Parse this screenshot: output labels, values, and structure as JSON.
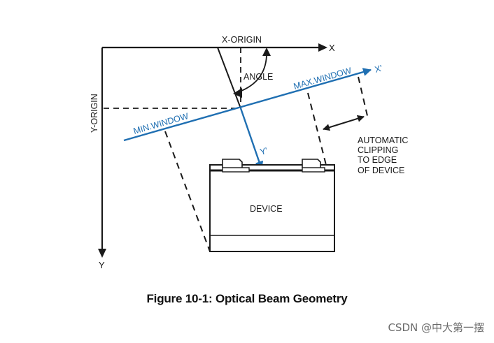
{
  "diagram": {
    "labels": {
      "x_origin": "X-ORIGIN",
      "x_axis": "X",
      "y_origin": "Y-ORIGIN",
      "y_axis": "Y",
      "angle": "ANGLE",
      "max_window": "MAX.WINDOW",
      "x_prime": "X'",
      "min_window": "MIN.WINDOW",
      "y_prime": "Y'",
      "device": "DEVICE",
      "clipping_note": [
        "AUTOMATIC",
        "CLIPPING",
        "TO EDGE",
        "OF DEVICE"
      ]
    },
    "colors": {
      "line": "#1a1a1a",
      "beam": "#1f6fb2"
    }
  },
  "caption": "Figure 10-1:  Optical Beam Geometry",
  "watermark": "CSDN @中大第一摆"
}
